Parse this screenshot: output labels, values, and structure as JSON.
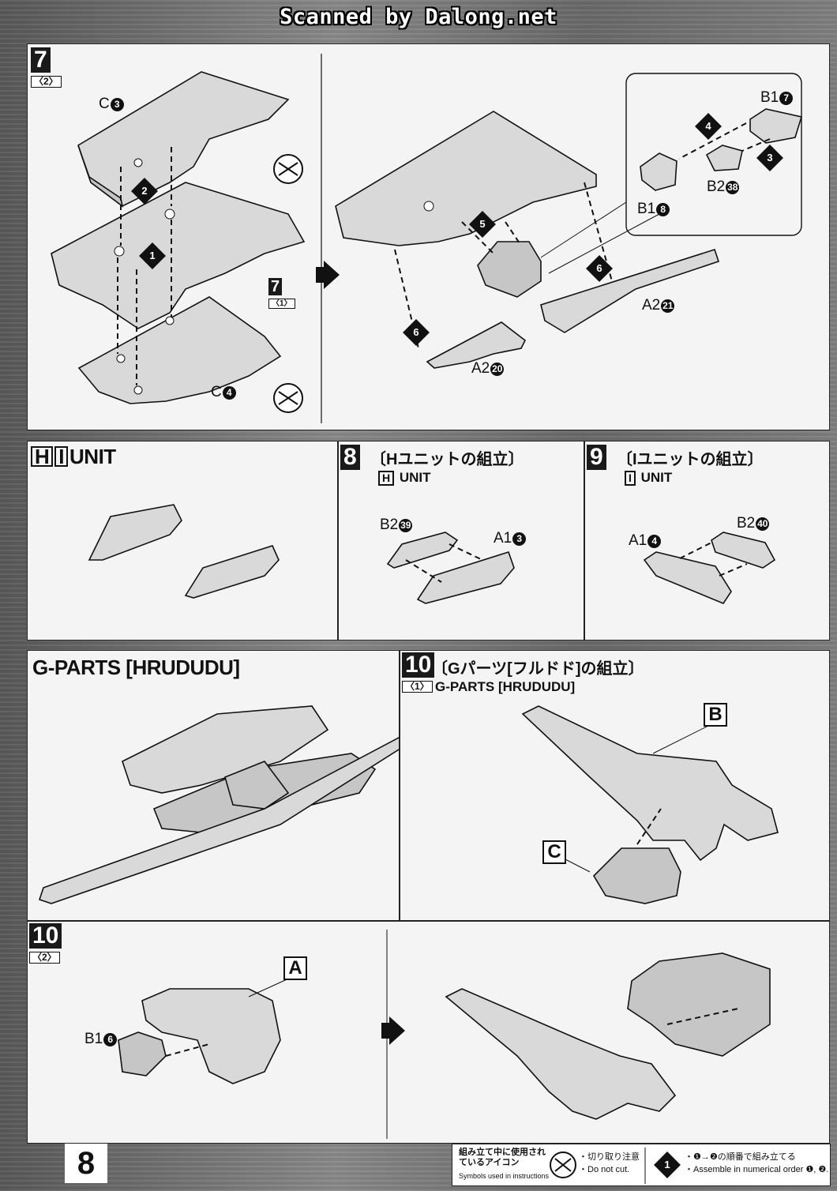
{
  "header": {
    "banner": "Scanned by Dalong.net"
  },
  "step7_2": {
    "number": "7",
    "sub": "〈2〉",
    "labels": {
      "c3": "C",
      "c4": "C"
    },
    "circled": {
      "c3": "3",
      "c4": "4"
    },
    "orders": [
      "2",
      "1"
    ],
    "ref_number": "7",
    "ref_sub": "〈1〉"
  },
  "step7_2_right": {
    "labels": {
      "b1_7": "B1",
      "b2_38": "B2",
      "b1_8": "B1",
      "a2_21": "A2",
      "a2_20": "A2"
    },
    "circled": {
      "b1_7": "7",
      "b2_38": "38",
      "b1_8": "8",
      "a2_21": "21",
      "a2_20": "20"
    },
    "orders": [
      "4",
      "3",
      "5",
      "6",
      "6"
    ]
  },
  "hi_unit": {
    "box1": "H",
    "box2": "I",
    "word": "UNIT"
  },
  "step8": {
    "number": "8",
    "jp_title": "〔Hユニットの組立〕",
    "box": "H",
    "en": "UNIT",
    "labels": {
      "b2": "B2",
      "a1": "A1"
    },
    "circled": {
      "b2": "39",
      "a1": "3"
    }
  },
  "step9": {
    "number": "9",
    "jp_title": "〔Iユニットの組立〕",
    "box": "I",
    "en": "UNIT",
    "labels": {
      "a1": "A1",
      "b2": "B2"
    },
    "circled": {
      "a1": "4",
      "b2": "40"
    }
  },
  "gparts": {
    "title": "G-PARTS [HRUDUDU]"
  },
  "step10_1": {
    "number": "10",
    "sub": "〈1〉",
    "jp_title": "〔Gパーツ[フルドド]の組立〕",
    "en": "G-PARTS [HRUDUDU]",
    "letters": [
      "B",
      "C"
    ]
  },
  "step10_2": {
    "number": "10",
    "sub": "〈2〉",
    "letter": "A",
    "label": "B1",
    "circled": "6"
  },
  "footer": {
    "page": "8",
    "symbols_jp": "組み立て中に使用されているアイコン",
    "symbols_en": "Symbols used in instructions",
    "nocut_jp": "・切り取り注意",
    "nocut_en": "・Do not cut.",
    "order_icon": "1",
    "order_jp": "・❶→❷の順番で組み立てる",
    "order_en": "・Assemble in numerical order ❶, ❷..."
  }
}
